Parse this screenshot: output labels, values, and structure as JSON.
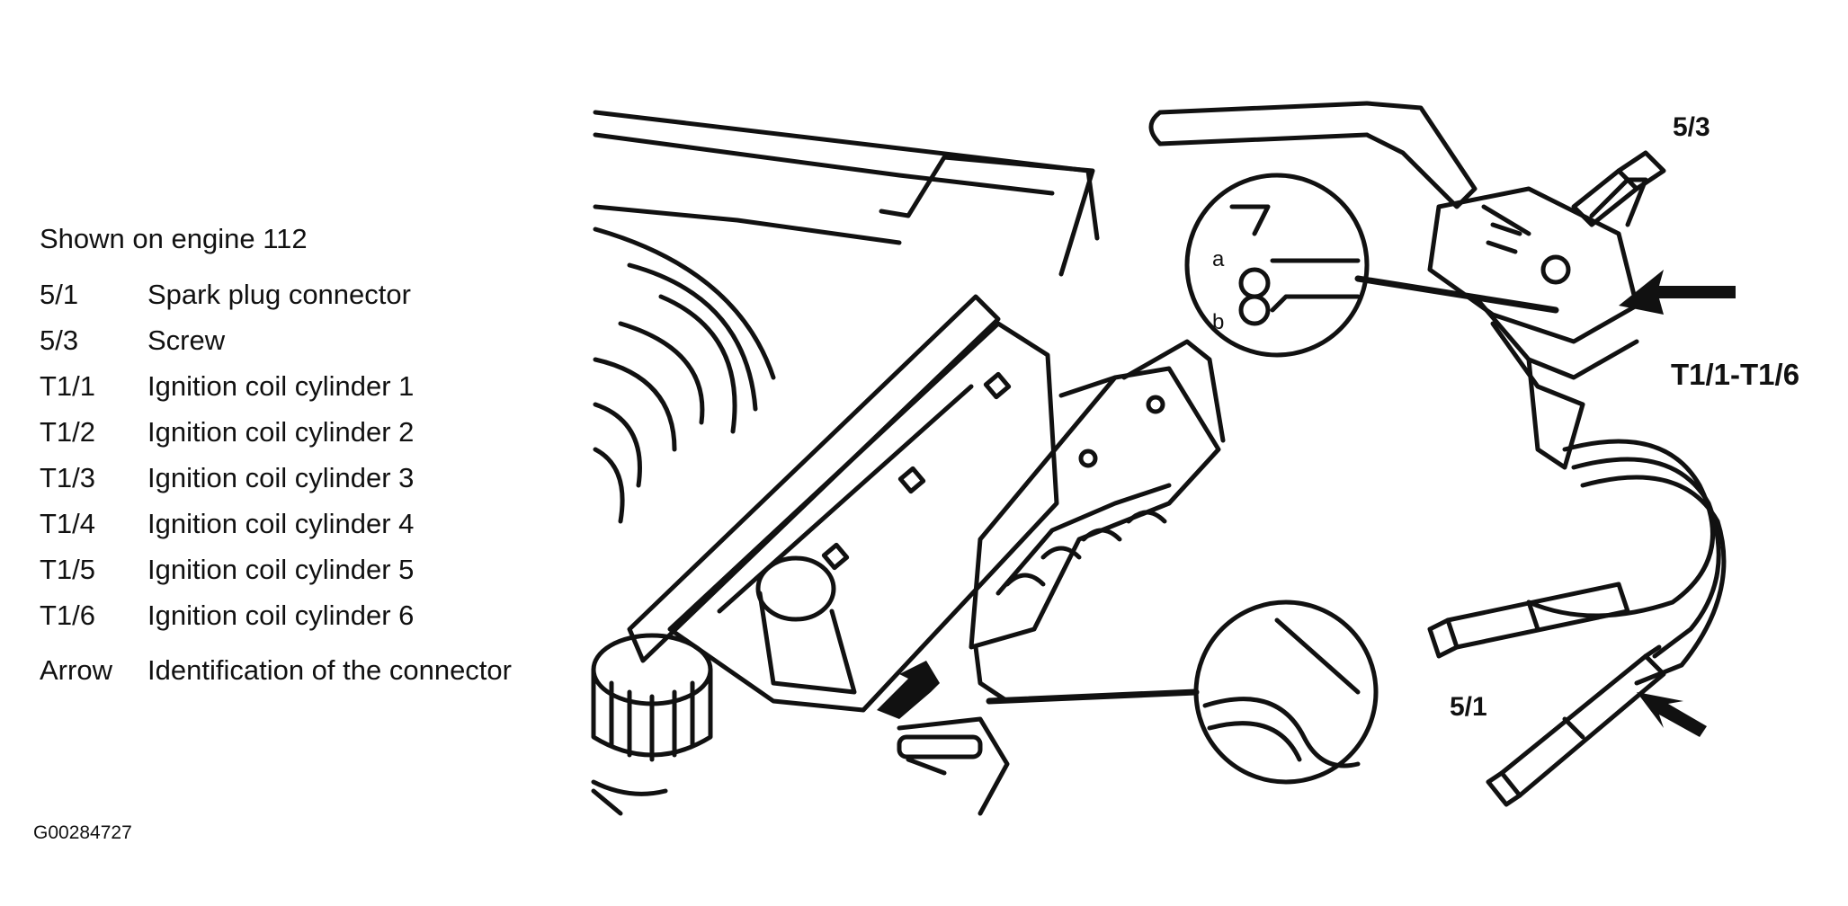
{
  "legend": {
    "heading": "Shown on engine 112",
    "items": [
      {
        "key": "5/1",
        "label": "Spark plug connector"
      },
      {
        "key": "5/3",
        "label": "Screw"
      },
      {
        "key": "T1/1",
        "label": "Ignition coil cylinder 1"
      },
      {
        "key": "T1/2",
        "label": "Ignition coil cylinder 2"
      },
      {
        "key": "T1/3",
        "label": "Ignition coil cylinder 3"
      },
      {
        "key": "T1/4",
        "label": "Ignition coil cylinder 4"
      },
      {
        "key": "T1/5",
        "label": "Ignition coil cylinder 5"
      },
      {
        "key": "T1/6",
        "label": "Ignition coil cylinder 6"
      },
      {
        "key": "Arrow",
        "label": "Identification of the connector"
      }
    ]
  },
  "figure_id": "G00284727",
  "callouts": {
    "screw": "5/3",
    "coils": "T1/1-T1/6",
    "spark_plug_connector": "5/1",
    "detail_a": "a",
    "detail_b": "b"
  }
}
